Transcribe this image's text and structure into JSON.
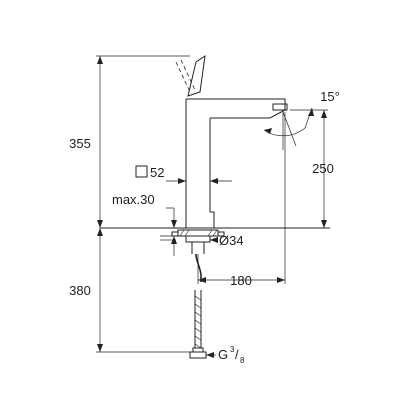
{
  "drawing": {
    "product": "faucet-technical-dimension-drawing",
    "dimensions": {
      "total_height_above_deck": "355",
      "spout_outlet_height": "250",
      "base_square": "52",
      "max_deck_thickness": "max.30",
      "mounting_hole_diameter": "Ø34",
      "spout_reach": "180",
      "hose_length": "380",
      "connection_thread_letter": "G",
      "connection_thread_numerator": "3",
      "connection_thread_denominator": "8",
      "aerator_angle": "15°"
    },
    "colors": {
      "line": "#222222",
      "background": "#ffffff"
    }
  }
}
